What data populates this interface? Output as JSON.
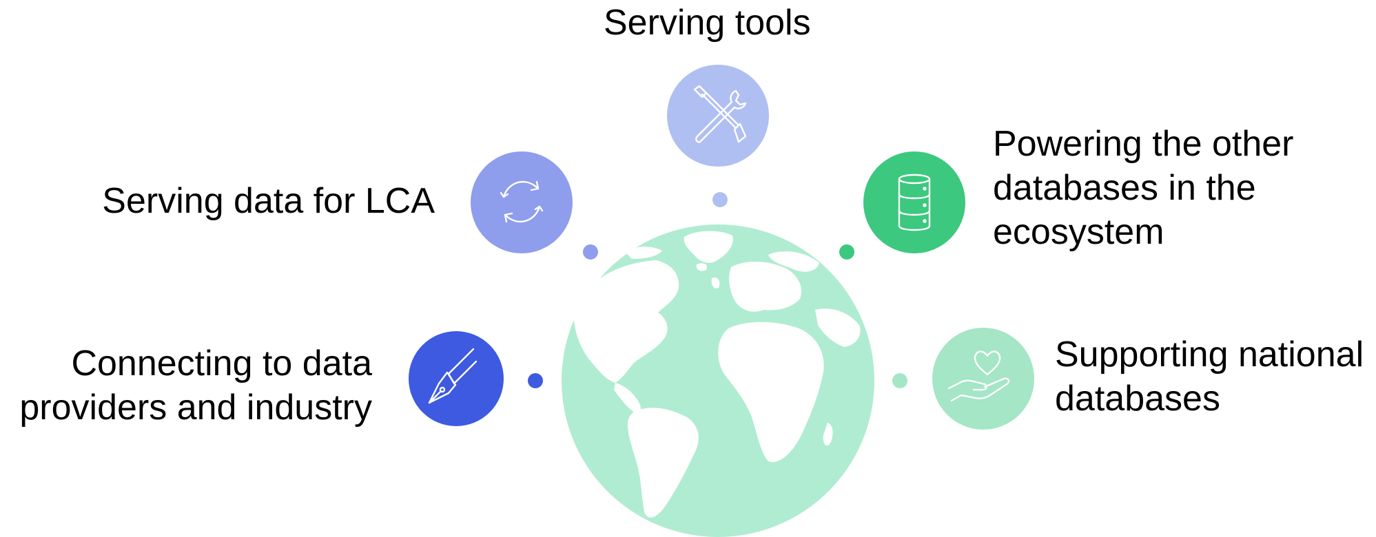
{
  "colors": {
    "globe": "#b0ecd1",
    "globe_land": "#ffffff",
    "tools": "#b0bff2",
    "lca": "#8f9ded",
    "connecting": "#3d5ae0",
    "powering": "#3cc87f",
    "supporting": "#a4e6c6"
  },
  "items": {
    "tools": {
      "label": "Serving tools",
      "icon": "wrench-screwdriver-icon"
    },
    "lca": {
      "label": "Serving data for LCA",
      "icon": "refresh-cycle-icon"
    },
    "connecting": {
      "lines": [
        "Connecting to data",
        "providers and industry"
      ],
      "icon": "fountain-pen-icon"
    },
    "powering": {
      "lines": [
        "Powering the other",
        "databases in the",
        "ecosystem"
      ],
      "icon": "database-icon"
    },
    "supporting": {
      "lines": [
        "Supporting national",
        "databases"
      ],
      "icon": "heart-in-hand-icon"
    }
  }
}
